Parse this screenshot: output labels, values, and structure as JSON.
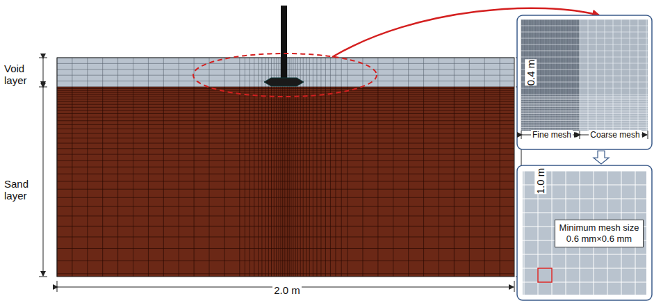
{
  "diagram": {
    "nodes": [
      {
        "text": [
          "Minimum mesh size 0.6 mm×0.6 mm"
        ]
      }
    ],
    "labels": [
      "Void layer",
      "Sand layer",
      "0.4 m",
      "1.0 m",
      "2.0 m",
      "Fine mesh",
      "Coarse mesh"
    ]
  }
}
